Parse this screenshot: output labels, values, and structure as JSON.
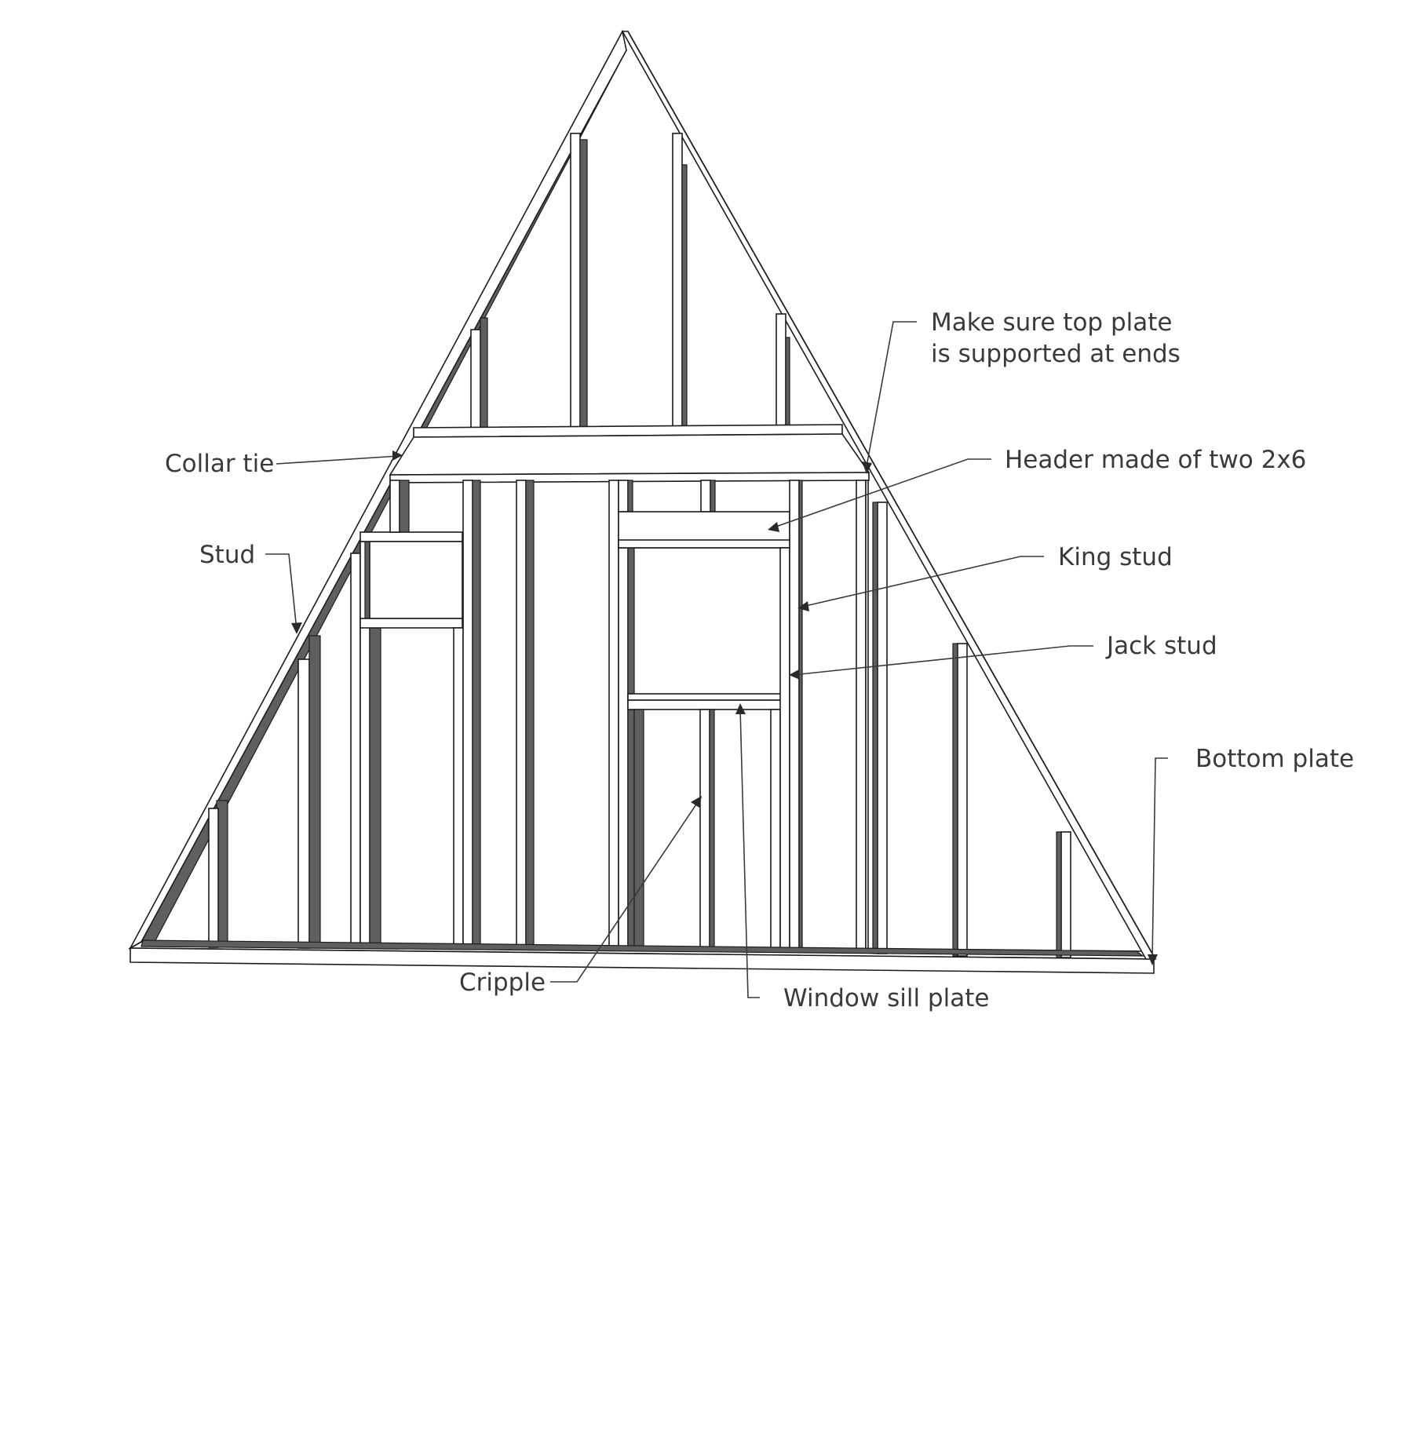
{
  "labels": {
    "top_plate_note_line1": "Make sure top plate",
    "top_plate_note_line2": "is supported at ends",
    "collar_tie": "Collar tie",
    "header": "Header made of two 2x6",
    "stud": "Stud",
    "king_stud": "King stud",
    "jack_stud": "Jack stud",
    "bottom_plate": "Bottom plate",
    "cripple": "Cripple",
    "window_sill_plate": "Window sill plate"
  },
  "colors": {
    "lumber_face": "#ffffff",
    "lumber_side_shade": "#5f5f5f",
    "outline": "#1c1c1c",
    "label_text": "#3a3a3a"
  }
}
